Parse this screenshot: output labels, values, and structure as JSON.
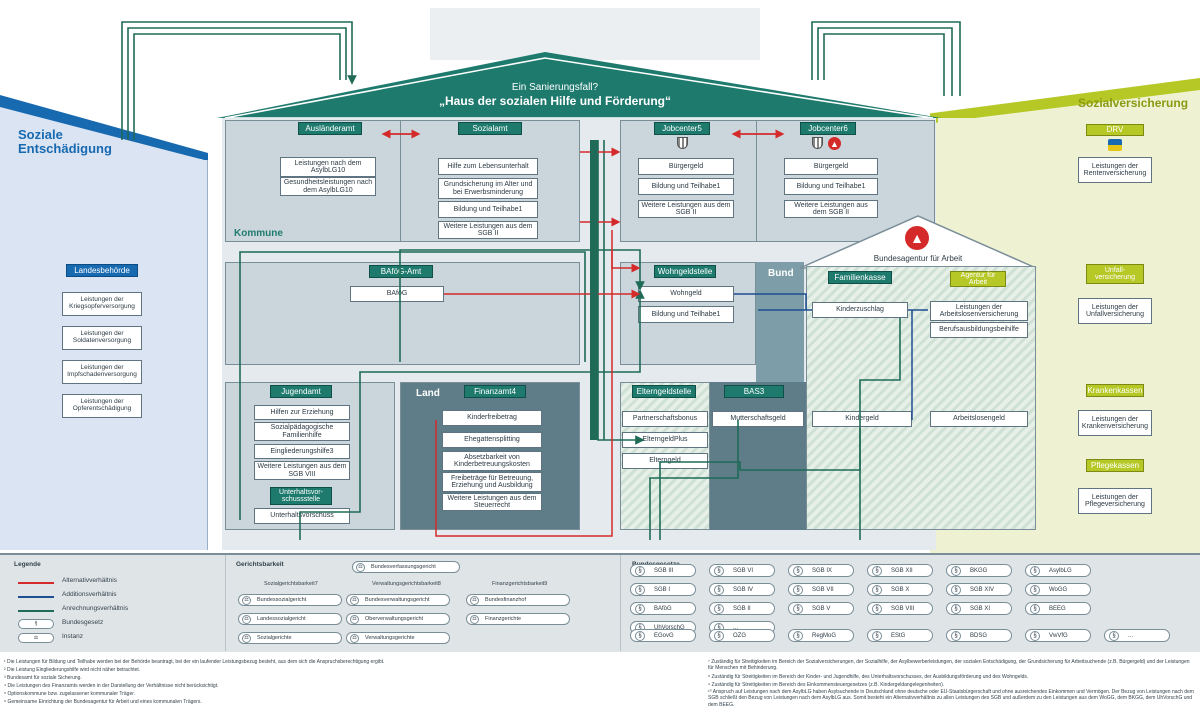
{
  "house": {
    "subtitle": "Ein Sanierungsfall?",
    "title": "„Haus der sozialen Hilfe und Förderung“"
  },
  "left_wing": {
    "title_line1": "Soziale",
    "title_line2": "Entschädigung",
    "authority": "Landesbehörde",
    "items": [
      "Leistungen der Kriegsopferversorgung",
      "Leistungen der Soldatenversorgung",
      "Leistungen der Impfschadenversorgung",
      "Leistungen der Opferentschädigung"
    ]
  },
  "right_wing": {
    "title": "Sozialversicherung",
    "drv": "DRV",
    "drv_item": "Leistungen der Rentenversicherung",
    "unfall": "Unfall-\nversicherung",
    "unfall_item": "Leistungen der Unfallversicherung",
    "kranken": "Krankenkassen",
    "kranken_item": "Leistungen der Krankenversicherung",
    "pflege": "Pflegekassen",
    "pflege_item": "Leistungen der Pflegeversicherung"
  },
  "kommune": {
    "label": "Kommune",
    "auslaenderamt": "Ausländeramt",
    "aa_items": [
      "Leistungen nach dem AsylbLG10",
      "Gesundheitsleistungen nach dem AsylbLG10"
    ],
    "sozialamt": "Sozialamt",
    "sa_items": [
      "Hilfe zum Lebensunterhalt",
      "Grundsicherung im Alter und bei Erwerbsminderung",
      "Bildung und Teilhabe1",
      "Weitere Leistungen aus dem SGB II"
    ],
    "jobcenter5": "Jobcenter5",
    "jobcenter6": "Jobcenter6",
    "jc_items": [
      "Bürgergeld",
      "Bildung und Teilhabe1",
      "Weitere Leistungen aus dem SGB II"
    ]
  },
  "ba": {
    "title": "Bundesagentur für Arbeit",
    "familienkasse": "Familienkasse",
    "agentur": "Agentur für Arbeit",
    "kinderzuschlag": "Kinderzuschlag",
    "aa_items": [
      "Leistungen der Arbeitslosenversicherung",
      "Berufsausbildungsbeihilfe"
    ],
    "kindergeld": "Kindergeld",
    "arbeitslosengeld": "Arbeitslosengeld"
  },
  "middle": {
    "bafoeg_amt": "BAföG-Amt",
    "bafoeg": "BAföG",
    "wohngeldstelle": "Wohngeldstelle",
    "wohngeld": "Wohngeld",
    "wg_bt": "Bildung und Teilhabe1",
    "bund": "Bund"
  },
  "land": {
    "label": "Land",
    "jugendamt": "Jugendamt",
    "ja_items": [
      "Hilfen zur Erziehung",
      "Sozialpädagogische Familienhilfe",
      "Eingliederungshilfe3",
      "Weitere Leistungen aus dem SGB VIII"
    ],
    "uvs": "Unterhaltsvor-\nschussstelle",
    "uv": "Unterhaltsvorschuss",
    "finanzamt": "Finanzamt4",
    "fa_items": [
      "Kinderfreibetrag",
      "Ehegattensplitting",
      "Absetzbarkeit von Kinderbetreuungskosten",
      "Freibeträge für Betreuung, Erziehung und Ausbildung",
      "Weitere Leistungen aus dem Steuerrecht"
    ],
    "elterngeldstelle": "Elterngeldstelle",
    "eg_items": [
      "Partnerschaftsbonus",
      "ElterngeldPlus",
      "Elterngeld"
    ],
    "bas": "BAS3",
    "mutterschaftsgeld": "Mutterschaftsgeld"
  },
  "legend": {
    "title": "Legende",
    "items": [
      "Alternativverhältnis",
      "Additionsverhältnis",
      "Anrechnungsverhältnis",
      "Bundesgesetz",
      "Instanz"
    ],
    "colors": [
      "#d42a2a",
      "#1d4f91",
      "#1f6b57"
    ]
  },
  "courts": {
    "title": "Gerichtsbarkeit",
    "bverfg": "Bundesverfassungsgericht",
    "cols": [
      {
        "head": "Sozialgerichtsbarkeit7",
        "items": [
          "Bundessozialgericht",
          "Landessozialgericht",
          "Sozialgerichte"
        ]
      },
      {
        "head": "Verwaltungsgerichtsbarkeit8",
        "items": [
          "Bundesverwaltungsgericht",
          "Oberverwaltungsgericht",
          "Verwaltungsgerichte"
        ]
      },
      {
        "head": "Finanzgerichtsbarkeit9",
        "items": [
          "Bundesfinanzhof",
          "Finanzgerichte"
        ]
      }
    ]
  },
  "laws": {
    "title": "Bundesgesetze",
    "grid": [
      "SGB III",
      "SGB VI",
      "SGB IX",
      "SGB XII",
      "BKGG",
      "AsylbLG",
      "SGB I",
      "SGB IV",
      "SGB VII",
      "SGB X",
      "SGB XIV",
      "WoGG",
      "BAföG",
      "SGB II",
      "SGB V",
      "SGB VIII",
      "SGB XI",
      "BEEG",
      "UhVorschG",
      "..."
    ],
    "bottom": [
      "EGovG",
      "OZG",
      "RegMoG",
      "EStG",
      "BDSG",
      "VwVfG",
      "..."
    ]
  },
  "notes_left": [
    "¹ Die Leistungen für Bildung und Teilhabe werden bei der Behörde beantragt, bei der ein laufender Leistungsbezug besteht, aus dem sich die Anspruchsberechtigung ergibt.",
    "² Die Leistung Eingliederungshilfe wird nicht näher betrachtet.",
    "³ Bundesamt für soziale Sicherung.",
    "⁴ Die Leistungen des Finanzamts werden in der Darstellung der Verhältnisse nicht berücksichtigt.",
    "⁵ Optionskommune bzw. zugelassener kommunaler Träger.",
    "⁶ Gemeinsame Einrichtung der Bundesagentur für Arbeit und eines kommunalen Trägers."
  ],
  "notes_right": [
    "⁷ Zuständig für Streitigkeiten im Bereich der Sozialversicherungen, der Sozialhilfe, der Asylbewerberleistungen, der sozialen Entschädigung, der Grundsicherung für Arbeitsuchende (z.B. Bürgergeld) und der Leistungen für Menschen mit Behinderung.",
    "⁸ Zuständig für Streitigkeiten im Bereich der Kinder- und Jugendhilfe, des Unterhaltsvorschusses, der Ausbildungsförderung und des Wohngelds.",
    "⁹ Zuständig für Streitigkeiten im Bereich des Einkommensteuergesetzes (z.B. Kindergeldangelegenheiten).",
    "¹⁰ Anspruch auf Leistungen nach dem AsylbLG haben Asylsuchende in Deutschland ohne deutsche oder EU-Staatsbürgerschaft und ohne ausreichendes Einkommen und Vermögen. Der Bezug von Leistungen nach dem SGB schließt den Bezug von Leistungen nach dem AsylbLG aus. Somit besteht ein Alternativverhältnis zu allen Leistungen des SGB und außerdem zu den Leistungen aus dem WoGG, dem BKGG, dem UhVorschG und dem BEEG."
  ]
}
